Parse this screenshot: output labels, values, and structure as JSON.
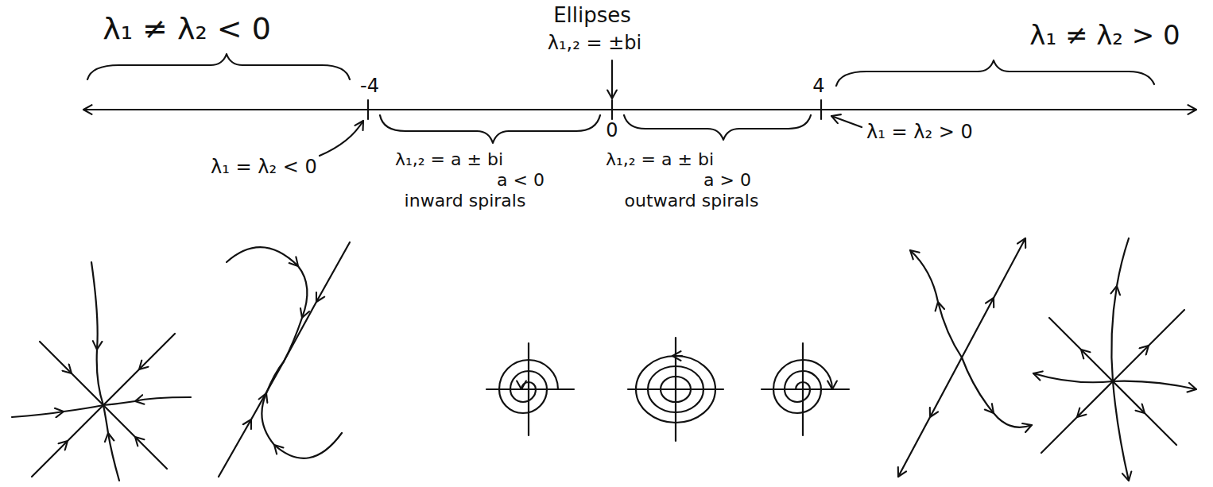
{
  "diagram": {
    "labels": [
      "Ellipses",
      "λ₁,₂ = ±bi",
      "λ₁ ≠ λ₂ < 0",
      "λ₁ ≠ λ₂ > 0",
      "-4",
      "0",
      "4",
      "λ₁,₂ = a ± bi",
      "a < 0",
      "inward spirals",
      "λ₁,₂ = a ± bi",
      "a > 0",
      "outward spirals",
      "λ₁ = λ₂ > 0",
      "λ₁ = λ₂ < 0"
    ]
  }
}
